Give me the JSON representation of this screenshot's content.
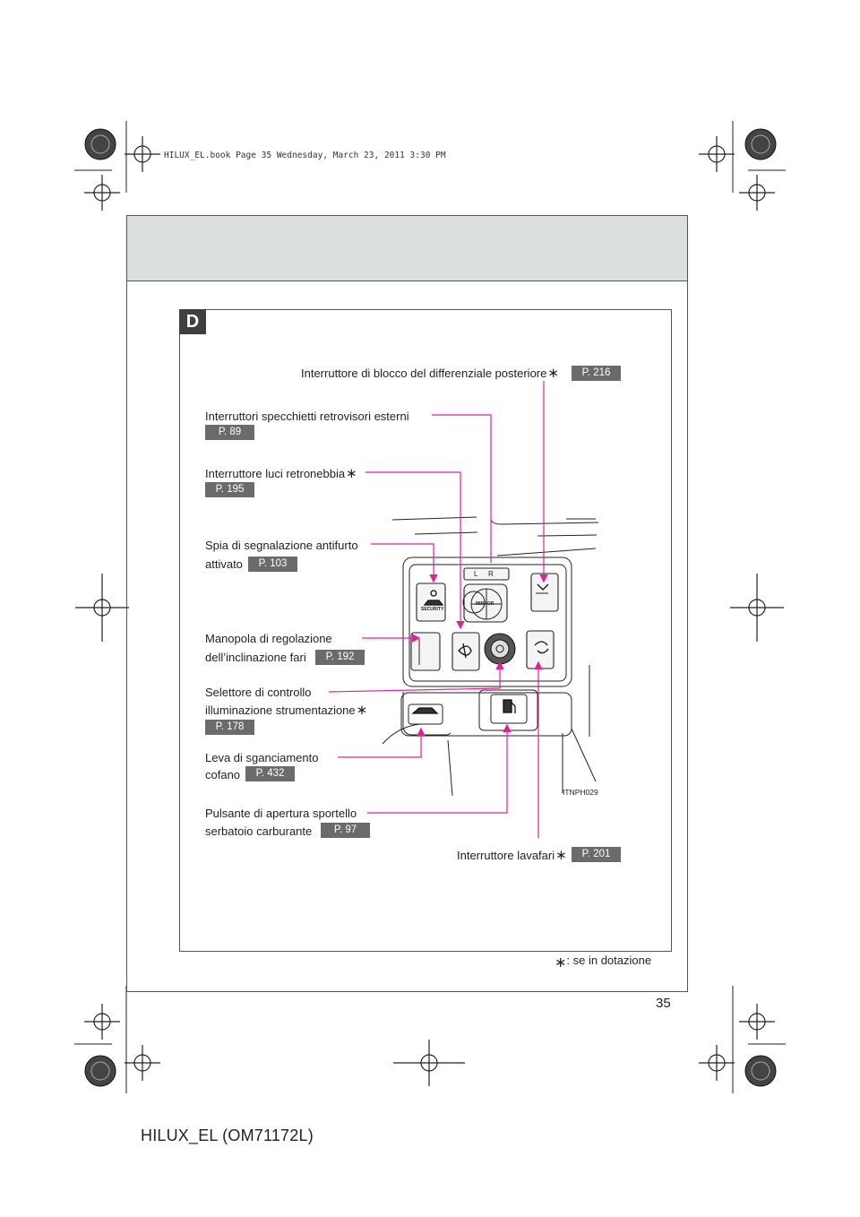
{
  "book_header": "HILUX_EL.book  Page 35  Wednesday, March 23, 2011  3:30 PM",
  "section_tag": "D",
  "star": "∗",
  "callouts": [
    {
      "label": "Interruttore di blocco del differenziale posteriore",
      "page_ref": "P. 216"
    },
    {
      "label": "Interruttori specchietti retrovisori esterni",
      "page_ref": "P. 89"
    },
    {
      "label": "Interruttore luci retronebbia",
      "page_ref": "P. 195"
    },
    {
      "label_line1": "Spia di segnalazione antifurto",
      "label_line2": "attivato",
      "page_ref": "P. 103"
    },
    {
      "label_line1": "Manopola di regolazione",
      "label_line2": "dell’inclinazione fari",
      "page_ref": "P. 192"
    },
    {
      "label_line1": "Selettore di controllo",
      "label_line2": "illuminazione strumentazione",
      "page_ref": "P. 178"
    },
    {
      "label_line1": "Leva di sganciamento",
      "label_line2": "cofano",
      "page_ref": "P. 432"
    },
    {
      "label_line1": "Pulsante di apertura sportello",
      "label_line2": "serbatoio carburante",
      "page_ref": "P. 97"
    },
    {
      "label": "Interruttore lavafari",
      "page_ref": "P. 201"
    }
  ],
  "panel_labels": {
    "security": "SECURITY",
    "mirror": "MIRROR",
    "mirror_l": "L",
    "mirror_r": "R"
  },
  "figure_code": "ITNPH029",
  "footnote": ": se in dotazione",
  "page_number": "35",
  "footer_title": "HILUX_EL (OM71172L)",
  "colors": {
    "callout_line": "#e0219a",
    "page_ref_bg": "#6b6b6b",
    "header_band": "#dcdfe0"
  }
}
